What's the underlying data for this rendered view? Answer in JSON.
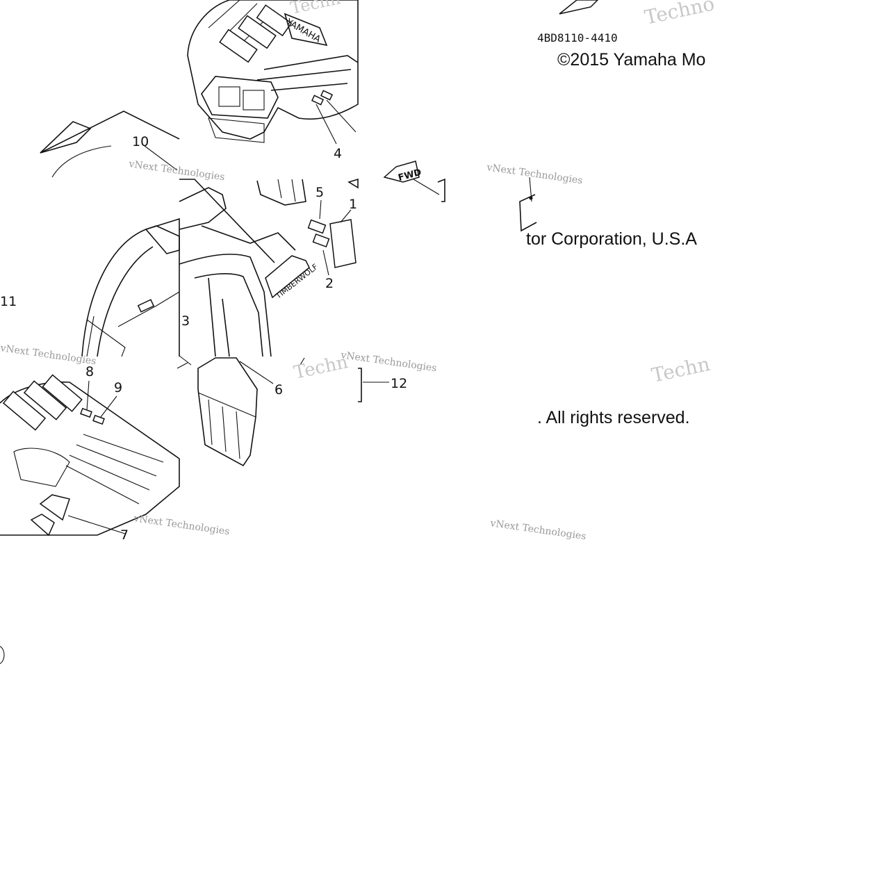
{
  "diagram": {
    "part_number": "4BD8110-4410",
    "copyright_line1": "©2015 Yamaha Mo",
    "copyright_line2": "tor Corporation, U.S.A",
    "copyright_line3": ". All rights reserved.",
    "callouts": [
      "1",
      "2",
      "3",
      "4",
      "5",
      "6",
      "7",
      "8",
      "9",
      "10",
      "11",
      "12"
    ],
    "decal_texts": {
      "yamaha": "YAMAHA",
      "timberwolf": "TIMBERWOLF",
      "fwd": "FWD"
    },
    "watermarks": {
      "brand": "vNext Technologies",
      "short": "Techno",
      "short2": "Techn"
    }
  }
}
